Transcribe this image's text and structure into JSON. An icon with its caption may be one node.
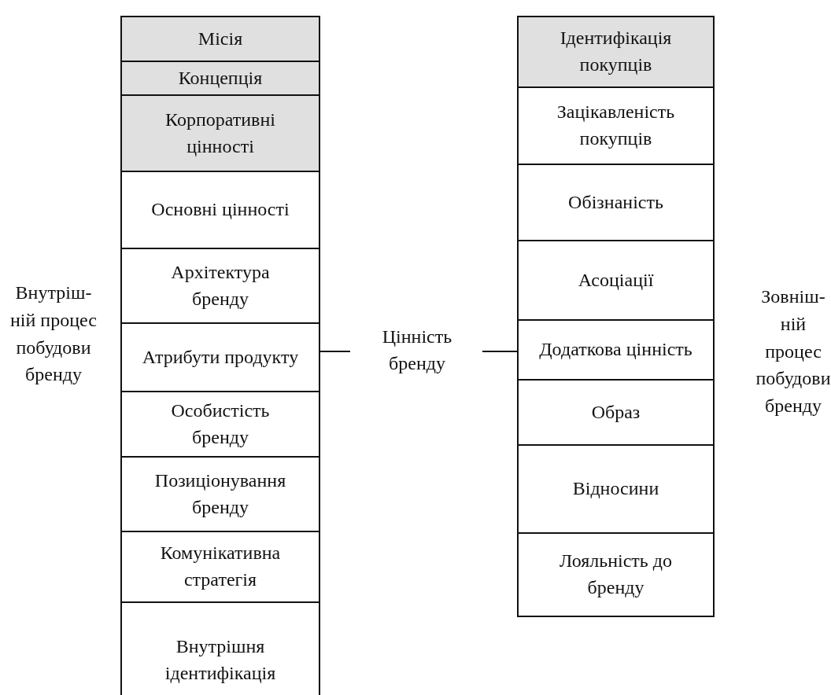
{
  "diagram": {
    "nodes": [
      {
        "text": [
          "Місія"
        ]
      },
      {
        "text": [
          "Концепція"
        ]
      },
      {
        "text": [
          "Корпоративні цінності"
        ]
      },
      {
        "text": [
          "Основні цінності"
        ]
      },
      {
        "text": [
          "Архітектура бренду"
        ]
      },
      {
        "text": [
          "Атрибути продукту"
        ]
      },
      {
        "text": [
          "Особистість бренду"
        ]
      },
      {
        "text": [
          "Позиціонування бренду"
        ]
      },
      {
        "text": [
          "Комунікативна стратегія"
        ]
      },
      {
        "text": [
          "Внутрішня ідентифікація"
        ]
      },
      {
        "text": [
          "Цінність бренду"
        ]
      },
      {
        "text": [
          "Ідентифікація покупців"
        ]
      },
      {
        "text": [
          "Зацікавленість покупців"
        ]
      },
      {
        "text": [
          "Обізнаність"
        ]
      },
      {
        "text": [
          "Асоціації"
        ]
      },
      {
        "text": [
          "Додаткова цінність"
        ]
      },
      {
        "text": [
          "Образ"
        ]
      },
      {
        "text": [
          "Відносини"
        ]
      },
      {
        "text": [
          "Лояльність до бренду"
        ]
      }
    ],
    "edges": [
      {
        "from": 5,
        "to": 10,
        "arrow": "none"
      },
      {
        "from": 10,
        "to": 15,
        "arrow": "none"
      }
    ],
    "labels": [
      "Внутріш-ній процес побудови бренду",
      "Зовніш-ній процес побудови бренду"
    ]
  }
}
